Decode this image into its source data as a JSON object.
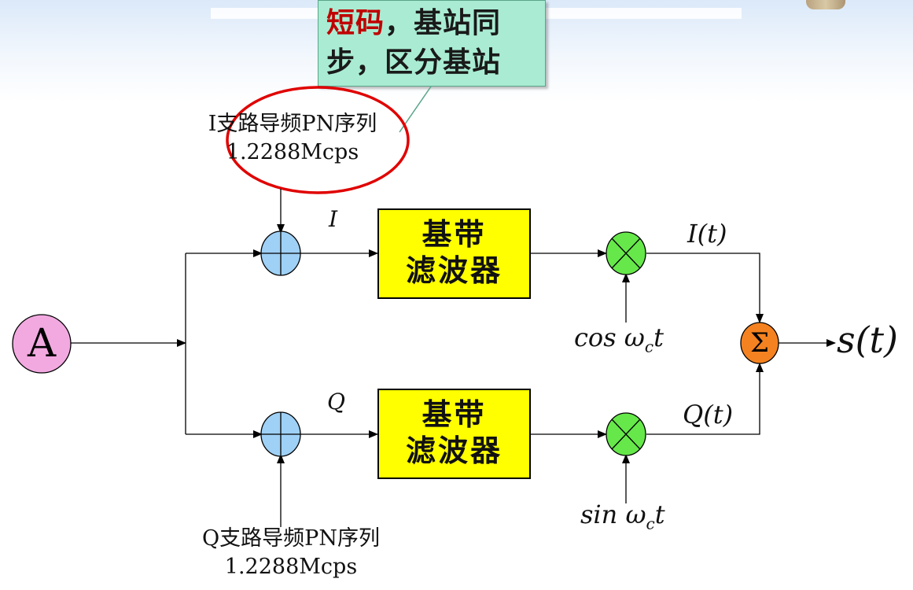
{
  "callout": {
    "line1_highlight": "短码",
    "line1_rest": "，基站同",
    "line2": "步，区分基站"
  },
  "i_pn": {
    "line1": "I支路导频PN序列",
    "line2": "1.2288Mcps"
  },
  "q_pn": {
    "line1": "Q支路导频PN序列",
    "line2": "1.2288Mcps"
  },
  "source": {
    "label": "A"
  },
  "branches": {
    "i_label": "I",
    "q_label": "Q"
  },
  "filters": {
    "top": {
      "line1": "基带",
      "line2": "滤波器"
    },
    "bottom": {
      "line1": "基带",
      "line2": "滤波器"
    }
  },
  "carriers": {
    "cos_func": "cos",
    "sin_func": "sin",
    "omega": "ω",
    "sub": "c",
    "t": "t"
  },
  "signals": {
    "i_t": "I(t)",
    "q_t": "Q(t)",
    "output": "s(t)"
  },
  "summer": {
    "symbol": "Σ"
  },
  "colors": {
    "callout_bg": "#a9ecd3",
    "highlight": "#c00000",
    "filter_fill": "#ffff00",
    "xor_fill": "#9fd0f5",
    "mixer_fill": "#66e84a",
    "summer_fill": "#f58220",
    "source_fill": "#f2a9e0",
    "ellipse_stroke": "#e00000"
  }
}
